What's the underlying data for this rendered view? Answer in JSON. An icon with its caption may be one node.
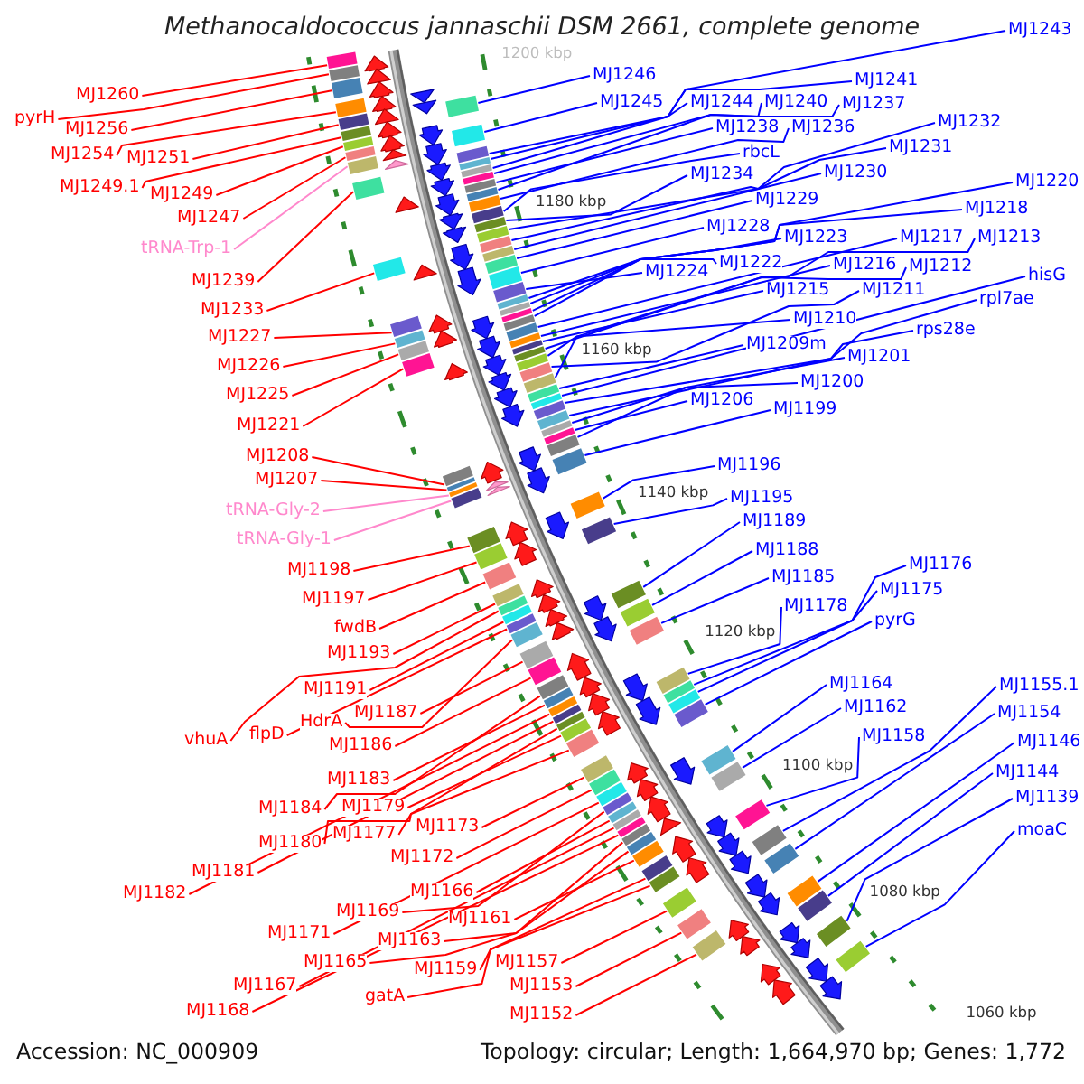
{
  "diagram": {
    "title": "Methanocaldococcus jannaschii DSM 2661, complete genome",
    "nodes": [
      {
        "text": [
          "MJ1260"
        ]
      },
      {
        "text": [
          "pyrH"
        ]
      },
      {
        "text": [
          "MJ1256"
        ]
      },
      {
        "text": [
          "MJ1254"
        ]
      },
      {
        "text": [
          "MJ1251"
        ]
      },
      {
        "text": [
          "MJ1249.1"
        ]
      },
      {
        "text": [
          "MJ1249"
        ]
      },
      {
        "text": [
          "MJ1247"
        ]
      },
      {
        "text": [
          "tRNA-Trp-1"
        ]
      },
      {
        "text": [
          "MJ1239"
        ]
      },
      {
        "text": [
          "MJ1233"
        ]
      },
      {
        "text": [
          "MJ1227"
        ]
      },
      {
        "text": [
          "MJ1226"
        ]
      },
      {
        "text": [
          "MJ1225"
        ]
      },
      {
        "text": [
          "MJ1221"
        ]
      },
      {
        "text": [
          "MJ1208"
        ]
      },
      {
        "text": [
          "MJ1207"
        ]
      },
      {
        "text": [
          "tRNA-Gly-2"
        ]
      },
      {
        "text": [
          "tRNA-Gly-1"
        ]
      },
      {
        "text": [
          "MJ1198"
        ]
      },
      {
        "text": [
          "MJ1197"
        ]
      },
      {
        "text": [
          "fwdB"
        ]
      },
      {
        "text": [
          "MJ1193"
        ]
      },
      {
        "text": [
          "MJ1191"
        ]
      },
      {
        "text": [
          "MJ1187"
        ]
      },
      {
        "text": [
          "vhuA"
        ]
      },
      {
        "text": [
          "flpD"
        ]
      },
      {
        "text": [
          "HdrA"
        ]
      },
      {
        "text": [
          "MJ1186"
        ]
      },
      {
        "text": [
          "MJ1183"
        ]
      },
      {
        "text": [
          "MJ1184"
        ]
      },
      {
        "text": [
          "MJ1179"
        ]
      },
      {
        "text": [
          "MJ1173"
        ]
      },
      {
        "text": [
          "MJ1177"
        ]
      },
      {
        "text": [
          "MJ1180"
        ]
      },
      {
        "text": [
          "MJ1172"
        ]
      },
      {
        "text": [
          "MJ1181"
        ]
      },
      {
        "text": [
          "MJ1166"
        ]
      },
      {
        "text": [
          "MJ1182"
        ]
      },
      {
        "text": [
          "MJ1169"
        ]
      },
      {
        "text": [
          "MJ1161"
        ]
      },
      {
        "text": [
          "MJ1171"
        ]
      },
      {
        "text": [
          "MJ1163"
        ]
      },
      {
        "text": [
          "MJ1165"
        ]
      },
      {
        "text": [
          "MJ1157"
        ]
      },
      {
        "text": [
          "MJ1159"
        ]
      },
      {
        "text": [
          "MJ1167"
        ]
      },
      {
        "text": [
          "MJ1153"
        ]
      },
      {
        "text": [
          "gatA"
        ]
      },
      {
        "text": [
          "MJ1168"
        ]
      },
      {
        "text": [
          "MJ1152"
        ]
      },
      {
        "text": [
          "MJ1243"
        ]
      },
      {
        "text": [
          "MJ1246"
        ]
      },
      {
        "text": [
          "MJ1241"
        ]
      },
      {
        "text": [
          "MJ1245"
        ]
      },
      {
        "text": [
          "MJ1244"
        ]
      },
      {
        "text": [
          "MJ1240"
        ]
      },
      {
        "text": [
          "MJ1237"
        ]
      },
      {
        "text": [
          "MJ1232"
        ]
      },
      {
        "text": [
          "MJ1238"
        ]
      },
      {
        "text": [
          "MJ1236"
        ]
      },
      {
        "text": [
          "MJ1231"
        ]
      },
      {
        "text": [
          "rbcL"
        ]
      },
      {
        "text": [
          "MJ1234"
        ]
      },
      {
        "text": [
          "MJ1230"
        ]
      },
      {
        "text": [
          "MJ1220"
        ]
      },
      {
        "text": [
          "MJ1229"
        ]
      },
      {
        "text": [
          "MJ1218"
        ]
      },
      {
        "text": [
          "MJ1228"
        ]
      },
      {
        "text": [
          "MJ1223"
        ]
      },
      {
        "text": [
          "MJ1217"
        ]
      },
      {
        "text": [
          "MJ1213"
        ]
      },
      {
        "text": [
          "MJ1222"
        ]
      },
      {
        "text": [
          "MJ1216"
        ]
      },
      {
        "text": [
          "MJ1212"
        ]
      },
      {
        "text": [
          "MJ1224"
        ]
      },
      {
        "text": [
          "hisG"
        ]
      },
      {
        "text": [
          "MJ1215"
        ]
      },
      {
        "text": [
          "MJ1211"
        ]
      },
      {
        "text": [
          "rpl7ae"
        ]
      },
      {
        "text": [
          "MJ1210"
        ]
      },
      {
        "text": [
          "rps28e"
        ]
      },
      {
        "text": [
          "MJ1209m"
        ]
      },
      {
        "text": [
          "MJ1201"
        ]
      },
      {
        "text": [
          "MJ1200"
        ]
      },
      {
        "text": [
          "MJ1206"
        ]
      },
      {
        "text": [
          "MJ1199"
        ]
      },
      {
        "text": [
          "MJ1196"
        ]
      },
      {
        "text": [
          "MJ1195"
        ]
      },
      {
        "text": [
          "MJ1189"
        ]
      },
      {
        "text": [
          "MJ1188"
        ]
      },
      {
        "text": [
          "MJ1176"
        ]
      },
      {
        "text": [
          "MJ1185"
        ]
      },
      {
        "text": [
          "MJ1175"
        ]
      },
      {
        "text": [
          "MJ1178"
        ]
      },
      {
        "text": [
          "pyrG"
        ]
      },
      {
        "text": [
          "MJ1164"
        ]
      },
      {
        "text": [
          "MJ1155.1"
        ]
      },
      {
        "text": [
          "MJ1162"
        ]
      },
      {
        "text": [
          "MJ1154"
        ]
      },
      {
        "text": [
          "MJ1158"
        ]
      },
      {
        "text": [
          "MJ1146"
        ]
      },
      {
        "text": [
          "MJ1144"
        ]
      },
      {
        "text": [
          "MJ1139"
        ]
      },
      {
        "text": [
          "moaC"
        ]
      },
      {
        "text": [],
        "shape": "bar"
      },
      {
        "text": [],
        "shape": "bar"
      },
      {
        "text": [],
        "shape": "bar"
      },
      {
        "text": [],
        "shape": "bar"
      },
      {
        "text": [],
        "shape": "bar"
      },
      {
        "text": [],
        "shape": "bar"
      },
      {
        "text": [],
        "shape": "bar"
      },
      {
        "text": [],
        "shape": "bar"
      },
      {
        "text": [],
        "shape": "bar"
      },
      {
        "text": [],
        "shape": "bar"
      },
      {
        "text": [],
        "shape": "bar"
      },
      {
        "text": [],
        "shape": "bar"
      },
      {
        "text": [],
        "shape": "bar"
      },
      {
        "text": [],
        "shape": "bar"
      },
      {
        "text": [],
        "shape": "bar"
      },
      {
        "text": [],
        "shape": "bar"
      },
      {
        "text": [],
        "shape": "bar"
      },
      {
        "text": [],
        "shape": "bar"
      },
      {
        "text": [],
        "shape": "bar"
      },
      {
        "text": [],
        "shape": "bar"
      },
      {
        "text": [],
        "shape": "bar"
      },
      {
        "text": [],
        "shape": "bar"
      },
      {
        "text": [],
        "shape": "bar"
      },
      {
        "text": [],
        "shape": "bar"
      },
      {
        "text": [],
        "shape": "bar"
      },
      {
        "text": [],
        "shape": "bar"
      },
      {
        "text": [],
        "shape": "bar"
      },
      {
        "text": [],
        "shape": "bar"
      },
      {
        "text": [],
        "shape": "bar"
      },
      {
        "text": [],
        "shape": "bar"
      },
      {
        "text": [],
        "shape": "bar"
      },
      {
        "text": [],
        "shape": "bar"
      },
      {
        "text": [],
        "shape": "bar"
      },
      {
        "text": [],
        "shape": "bar"
      },
      {
        "text": [],
        "shape": "bar"
      },
      {
        "text": [],
        "shape": "bar"
      },
      {
        "text": [],
        "shape": "bar"
      },
      {
        "text": [],
        "shape": "bar"
      },
      {
        "text": [],
        "shape": "bar"
      },
      {
        "text": [],
        "shape": "bar"
      },
      {
        "text": [],
        "shape": "bar"
      },
      {
        "text": [],
        "shape": "bar"
      },
      {
        "text": [],
        "shape": "bar"
      },
      {
        "text": [],
        "shape": "bar"
      },
      {
        "text": [],
        "shape": "bar"
      },
      {
        "text": [],
        "shape": "bar"
      },
      {
        "text": [],
        "shape": "bar"
      },
      {
        "text": [],
        "shape": "bar"
      },
      {
        "text": [],
        "shape": "bar"
      },
      {
        "text": [],
        "shape": "bar"
      },
      {
        "text": [],
        "shape": "bar"
      },
      {
        "text": [],
        "shape": "bar"
      },
      {
        "text": [],
        "shape": "bar"
      },
      {
        "text": [],
        "shape": "bar"
      },
      {
        "text": [],
        "shape": "bar"
      },
      {
        "text": [],
        "shape": "bar"
      },
      {
        "text": [],
        "shape": "bar"
      },
      {
        "text": [],
        "shape": "bar"
      },
      {
        "text": [],
        "shape": "bar"
      },
      {
        "text": [],
        "shape": "bar"
      },
      {
        "text": [],
        "shape": "bar"
      },
      {
        "text": [],
        "shape": "bar"
      },
      {
        "text": [],
        "shape": "bar"
      },
      {
        "text": [],
        "shape": "bar"
      },
      {
        "text": [],
        "shape": "bar"
      },
      {
        "text": [],
        "shape": "bar"
      },
      {
        "text": [],
        "shape": "bar"
      },
      {
        "text": [],
        "shape": "bar"
      },
      {
        "text": [],
        "shape": "bar"
      },
      {
        "text": [],
        "shape": "bar"
      },
      {
        "text": [],
        "shape": "bar"
      },
      {
        "text": [],
        "shape": "bar"
      },
      {
        "text": [],
        "shape": "bar"
      },
      {
        "text": [],
        "shape": "bar"
      },
      {
        "text": [],
        "shape": "bar"
      },
      {
        "text": [],
        "shape": "bar"
      },
      {
        "text": [],
        "shape": "bar"
      },
      {
        "text": [],
        "shape": "bar"
      },
      {
        "text": [],
        "shape": "bar"
      },
      {
        "text": [],
        "shape": "bar"
      },
      {
        "text": [],
        "shape": "bar"
      },
      {
        "text": [],
        "shape": "bar"
      },
      {
        "text": [],
        "shape": "bar"
      },
      {
        "text": [],
        "shape": "bar"
      },
      {
        "text": [],
        "shape": "bar"
      },
      {
        "text": [],
        "shape": "bar"
      },
      {
        "text": [],
        "shape": "bar"
      },
      {
        "text": [],
        "shape": "bar"
      },
      {
        "text": [],
        "shape": "bar"
      },
      {
        "text": [],
        "shape": "bar"
      },
      {
        "text": [],
        "shape": "bar"
      },
      {
        "text": [],
        "shape": "bar"
      },
      {
        "text": [],
        "shape": "bar"
      },
      {
        "text": [],
        "shape": "bar"
      },
      {
        "text": [],
        "shape": "bar"
      },
      {
        "text": [],
        "shape": "bar"
      },
      {
        "text": [],
        "shape": "bar"
      },
      {
        "text": [],
        "shape": "bar"
      },
      {
        "text": [],
        "shape": "bar"
      },
      {
        "text": [],
        "shape": "bar"
      },
      {
        "text": [],
        "shape": "bar"
      },
      {
        "text": [],
        "shape": "bar"
      },
      {
        "text": [],
        "shape": "bar"
      },
      {
        "text": [],
        "shape": "bar"
      },
      {
        "text": [],
        "shape": "bar"
      }
    ],
    "edges": [
      {
        "from": 0,
        "to": 105,
        "arrow": "none",
        "color": "#ff0000"
      },
      {
        "from": 1,
        "to": 106,
        "arrow": "none",
        "color": "#ff0000"
      },
      {
        "from": 2,
        "to": 107,
        "arrow": "none",
        "color": "#ff0000"
      },
      {
        "from": 3,
        "to": 108,
        "arrow": "none",
        "color": "#ff0000"
      },
      {
        "from": 4,
        "to": 109,
        "arrow": "none",
        "color": "#ff0000"
      },
      {
        "from": 5,
        "to": 110,
        "arrow": "none",
        "color": "#ff0000"
      },
      {
        "from": 6,
        "to": 111,
        "arrow": "none",
        "color": "#ff0000"
      },
      {
        "from": 7,
        "to": 112,
        "arrow": "none",
        "color": "#ff0000"
      },
      {
        "from": 8,
        "to": 113,
        "arrow": "none",
        "color": "#ff88cc"
      },
      {
        "from": 9,
        "to": 114,
        "arrow": "none",
        "color": "#ff0000"
      },
      {
        "from": 10,
        "to": 115,
        "arrow": "none",
        "color": "#ff0000"
      },
      {
        "from": 11,
        "to": 116,
        "arrow": "none",
        "color": "#ff0000"
      },
      {
        "from": 12,
        "to": 117,
        "arrow": "none",
        "color": "#ff0000"
      },
      {
        "from": 13,
        "to": 118,
        "arrow": "none",
        "color": "#ff0000"
      },
      {
        "from": 14,
        "to": 119,
        "arrow": "none",
        "color": "#ff0000"
      },
      {
        "from": 15,
        "to": 120,
        "arrow": "none",
        "color": "#ff0000"
      },
      {
        "from": 16,
        "to": 121,
        "arrow": "none",
        "color": "#ff0000"
      },
      {
        "from": 17,
        "to": 122,
        "arrow": "none",
        "color": "#ff88cc"
      },
      {
        "from": 18,
        "to": 123,
        "arrow": "none",
        "color": "#ff88cc"
      },
      {
        "from": 19,
        "to": 124,
        "arrow": "none",
        "color": "#ff0000"
      },
      {
        "from": 20,
        "to": 125,
        "arrow": "none",
        "color": "#ff0000"
      },
      {
        "from": 21,
        "to": 126,
        "arrow": "none",
        "color": "#ff0000"
      },
      {
        "from": 22,
        "to": 127,
        "arrow": "none",
        "color": "#ff0000"
      },
      {
        "from": 23,
        "to": 129,
        "arrow": "none",
        "color": "#ff0000"
      },
      {
        "from": 24,
        "to": 132,
        "arrow": "none",
        "color": "#ff0000"
      },
      {
        "from": 25,
        "to": 128,
        "arrow": "none",
        "color": "#ff0000"
      },
      {
        "from": 26,
        "to": 130,
        "arrow": "none",
        "color": "#ff0000"
      },
      {
        "from": 27,
        "to": 131,
        "arrow": "none",
        "color": "#ff0000"
      },
      {
        "from": 28,
        "to": 133,
        "arrow": "none",
        "color": "#ff0000"
      },
      {
        "from": 29,
        "to": 135,
        "arrow": "none",
        "color": "#ff0000"
      },
      {
        "from": 30,
        "to": 134,
        "arrow": "none",
        "color": "#ff0000"
      },
      {
        "from": 31,
        "to": 139,
        "arrow": "none",
        "color": "#ff0000"
      },
      {
        "from": 32,
        "to": 141,
        "arrow": "none",
        "color": "#ff0000"
      },
      {
        "from": 33,
        "to": 140,
        "arrow": "none",
        "color": "#ff0000"
      },
      {
        "from": 34,
        "to": 138,
        "arrow": "none",
        "color": "#ff0000"
      },
      {
        "from": 35,
        "to": 142,
        "arrow": "none",
        "color": "#ff0000"
      },
      {
        "from": 36,
        "to": 137,
        "arrow": "none",
        "color": "#ff0000"
      },
      {
        "from": 37,
        "to": 145,
        "arrow": "none",
        "color": "#ff0000"
      },
      {
        "from": 38,
        "to": 136,
        "arrow": "none",
        "color": "#ff0000"
      },
      {
        "from": 39,
        "to": 144,
        "arrow": "none",
        "color": "#ff0000"
      },
      {
        "from": 40,
        "to": 150,
        "arrow": "none",
        "color": "#ff0000"
      },
      {
        "from": 41,
        "to": 143,
        "arrow": "none",
        "color": "#ff0000"
      },
      {
        "from": 42,
        "to": 149,
        "arrow": "none",
        "color": "#ff0000"
      },
      {
        "from": 43,
        "to": 148,
        "arrow": "none",
        "color": "#ff0000"
      },
      {
        "from": 44,
        "to": 153,
        "arrow": "none",
        "color": "#ff0000"
      },
      {
        "from": 45,
        "to": 152,
        "arrow": "none",
        "color": "#ff0000"
      },
      {
        "from": 46,
        "to": 146,
        "arrow": "none",
        "color": "#ff0000"
      },
      {
        "from": 47,
        "to": 154,
        "arrow": "none",
        "color": "#ff0000"
      },
      {
        "from": 48,
        "to": 151,
        "arrow": "none",
        "color": "#ff0000"
      },
      {
        "from": 49,
        "to": 147,
        "arrow": "none",
        "color": "#ff0000"
      },
      {
        "from": 50,
        "to": 155,
        "arrow": "none",
        "color": "#ff0000"
      },
      {
        "from": 51,
        "to": 159,
        "arrow": "none"
      },
      {
        "from": 52,
        "to": 156,
        "arrow": "none"
      },
      {
        "from": 53,
        "to": 160,
        "arrow": "none"
      },
      {
        "from": 54,
        "to": 157,
        "arrow": "none"
      },
      {
        "from": 55,
        "to": 158,
        "arrow": "none"
      },
      {
        "from": 56,
        "to": 161,
        "arrow": "none"
      },
      {
        "from": 57,
        "to": 163,
        "arrow": "none"
      },
      {
        "from": 58,
        "to": 167,
        "arrow": "none"
      },
      {
        "from": 59,
        "to": 162,
        "arrow": "none"
      },
      {
        "from": 60,
        "to": 164,
        "arrow": "none"
      },
      {
        "from": 61,
        "to": 168,
        "arrow": "none"
      },
      {
        "from": 62,
        "to": 165,
        "arrow": "none"
      },
      {
        "from": 63,
        "to": 166,
        "arrow": "none"
      },
      {
        "from": 64,
        "to": 169,
        "arrow": "none"
      },
      {
        "from": 65,
        "to": 174,
        "arrow": "none"
      },
      {
        "from": 66,
        "to": 170,
        "arrow": "none"
      },
      {
        "from": 67,
        "to": 176,
        "arrow": "none"
      },
      {
        "from": 68,
        "to": 171,
        "arrow": "none"
      },
      {
        "from": 69,
        "to": 173,
        "arrow": "none"
      },
      {
        "from": 70,
        "to": 177,
        "arrow": "none"
      },
      {
        "from": 71,
        "to": 180,
        "arrow": "none"
      },
      {
        "from": 72,
        "to": 175,
        "arrow": "none"
      },
      {
        "from": 73,
        "to": 178,
        "arrow": "none"
      },
      {
        "from": 74,
        "to": 181,
        "arrow": "none"
      },
      {
        "from": 75,
        "to": 172,
        "arrow": "none"
      },
      {
        "from": 76,
        "to": 185,
        "arrow": "none"
      },
      {
        "from": 77,
        "to": 179,
        "arrow": "none"
      },
      {
        "from": 78,
        "to": 182,
        "arrow": "none"
      },
      {
        "from": 79,
        "to": 186,
        "arrow": "none"
      },
      {
        "from": 80,
        "to": 183,
        "arrow": "none"
      },
      {
        "from": 81,
        "to": 187,
        "arrow": "none"
      },
      {
        "from": 82,
        "to": 184,
        "arrow": "none"
      },
      {
        "from": 83,
        "to": 188,
        "arrow": "none"
      },
      {
        "from": 84,
        "to": 190,
        "arrow": "none"
      },
      {
        "from": 85,
        "to": 189,
        "arrow": "none"
      },
      {
        "from": 86,
        "to": 191,
        "arrow": "none"
      },
      {
        "from": 87,
        "to": 192,
        "arrow": "none"
      },
      {
        "from": 88,
        "to": 193,
        "arrow": "none"
      },
      {
        "from": 89,
        "to": 194,
        "arrow": "none"
      },
      {
        "from": 90,
        "to": 195,
        "arrow": "none"
      },
      {
        "from": 91,
        "to": 198,
        "arrow": "none"
      },
      {
        "from": 92,
        "to": 196,
        "arrow": "none"
      },
      {
        "from": 93,
        "to": 199,
        "arrow": "none"
      },
      {
        "from": 94,
        "to": 197,
        "arrow": "none"
      },
      {
        "from": 95,
        "to": 200,
        "arrow": "none"
      },
      {
        "from": 96,
        "to": 201,
        "arrow": "none"
      },
      {
        "from": 97,
        "to": 204,
        "arrow": "none"
      },
      {
        "from": 98,
        "to": 202,
        "arrow": "none"
      },
      {
        "from": 99,
        "to": 205,
        "arrow": "none"
      },
      {
        "from": 100,
        "to": 203,
        "arrow": "none"
      },
      {
        "from": 101,
        "to": 206,
        "arrow": "none"
      },
      {
        "from": 102,
        "to": 207,
        "arrow": "none"
      },
      {
        "from": 103,
        "to": 208,
        "arrow": "none"
      },
      {
        "from": 104,
        "to": 209,
        "arrow": "none"
      }
    ],
    "labels": [
      "1200 kbp",
      "1180 kbp",
      "1160 kbp",
      "1140 kbp",
      "1120 kbp",
      "1100 kbp",
      "1080 kbp",
      "1060 kbp",
      "Accession: NC_000909",
      "Topology: circular; Length: 1,664,970 bp; Genes: 1,772"
    ]
  }
}
